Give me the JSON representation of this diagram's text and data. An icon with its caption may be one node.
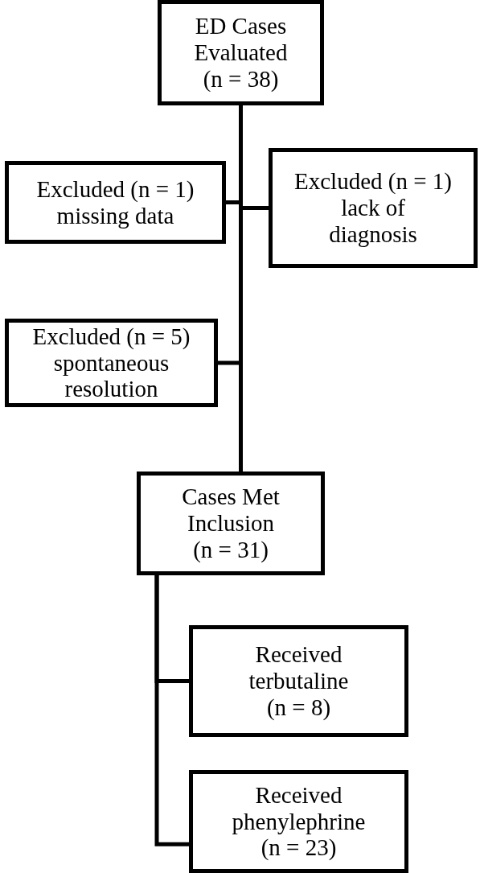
{
  "diagram": {
    "nodes": [
      {
        "text": [
          "ED Cases Evaluated",
          "(n = 38)"
        ]
      },
      {
        "text": [
          "Excluded (n = 1)",
          "missing data"
        ]
      },
      {
        "text": [
          "Excluded (n = 1)",
          "lack of diagnosis"
        ]
      },
      {
        "text": [
          "Excluded (n = 5)",
          "spontaneous resolution"
        ]
      },
      {
        "text": [
          "Cases Met Inclusion",
          "(n = 31)"
        ]
      },
      {
        "text": [
          "Received terbutaline",
          "(n = 8)"
        ]
      },
      {
        "text": [
          "Received phenylephrine",
          "(n = 23)"
        ]
      }
    ],
    "edges": [
      {
        "from": 0,
        "to": 1,
        "arrow": "none"
      },
      {
        "from": 0,
        "to": 2,
        "arrow": "none"
      },
      {
        "from": 0,
        "to": 3,
        "arrow": "none"
      },
      {
        "from": 0,
        "to": 4,
        "arrow": "none"
      },
      {
        "from": 4,
        "to": 5,
        "arrow": "none"
      },
      {
        "from": 4,
        "to": 6,
        "arrow": "none"
      }
    ]
  }
}
